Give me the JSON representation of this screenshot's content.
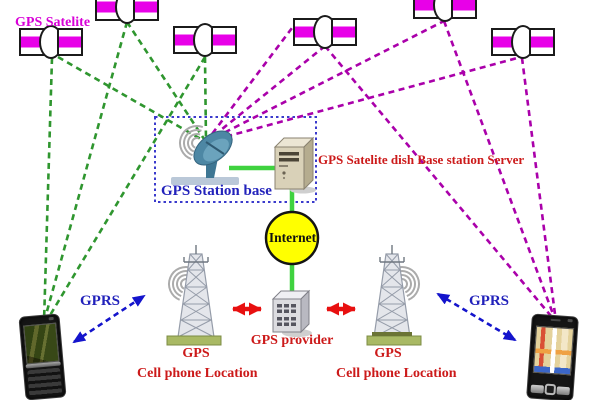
{
  "title": "GPS cell phone tracking system diagram",
  "labels": {
    "gps_satellite": "GPS Satelite",
    "base_station_server": "GPS Satelite dish Base station Server",
    "station_base": "GPS Station base",
    "internet": "Internet",
    "gps_provider": "GPS provider",
    "gprs_left": "GPRS",
    "gprs_right": "GPRS",
    "gps_tower_left": "GPS",
    "gps_tower_right": "GPS",
    "cell_location_left": "Cell phone Location",
    "cell_location_right": "Cell phone Location"
  },
  "colors": {
    "green_dash": "#2f962f",
    "magenta_dash": "#aa00aa",
    "blue_arrow": "#1414cc",
    "red_arrow": "#e81010",
    "link_green": "#3fd23f",
    "internet_fill": "#ffff00",
    "box_blue": "#3a3acc",
    "satellite_panel": "#e800e8",
    "label_red": "#cc1a1a",
    "label_blue": "#2222bb",
    "label_magenta": "#d800d8"
  },
  "counts": {
    "satellites": 6,
    "cell_towers": 2,
    "phones": 2
  }
}
